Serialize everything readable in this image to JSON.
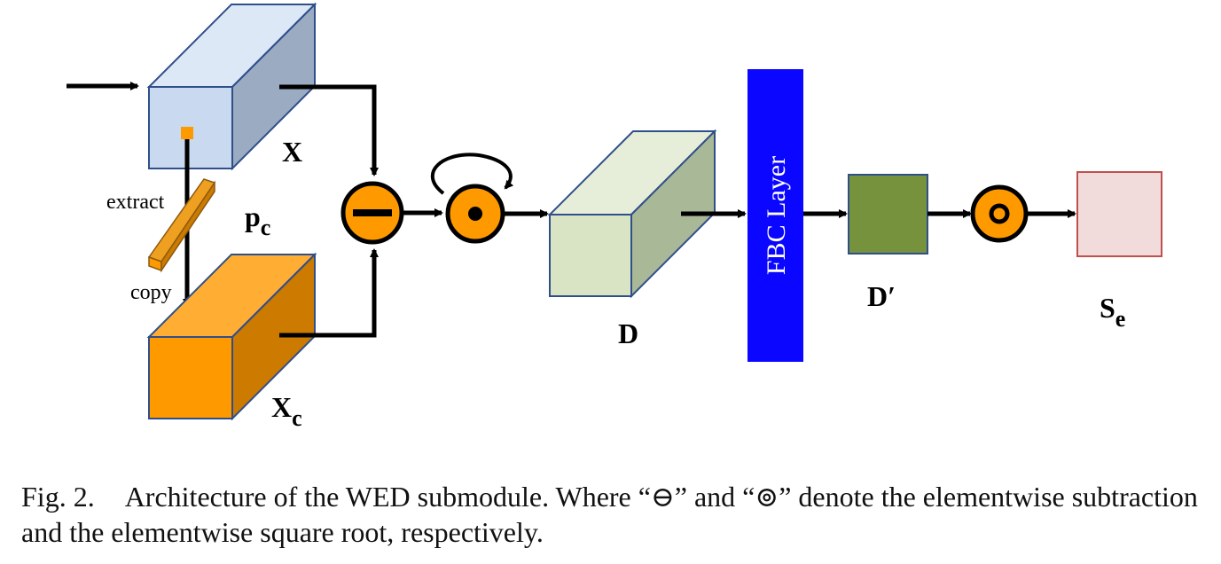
{
  "labels": {
    "x": "X",
    "xc_main": "X",
    "xc_sub": "c",
    "pc_main": "p",
    "pc_sub": "c",
    "extract": "extract",
    "copy": "copy",
    "d": "D",
    "d_prime": "D′",
    "se_main": "S",
    "se_sub": "e",
    "fbc": "FBC Layer"
  },
  "caption": {
    "fig": "Fig. 2.",
    "text": "Architecture of the WED submodule. Where “⊖” and “⊚” denote the elementwise subtraction and the elementwise square root, respectively."
  },
  "colors": {
    "x_front": "#c9d9ef",
    "x_top": "#dde8f6",
    "x_side": "#9aabc2",
    "orange_front": "#ff9900",
    "orange_top": "#ffae33",
    "orange_side": "#cc7a00",
    "d_front": "#d8e4c4",
    "d_top": "#e6eed9",
    "d_side": "#a9b896",
    "fbc": "#0a06ff",
    "dprime": "#76923c",
    "se_fill": "#f2dcdb",
    "se_stroke": "#c0504d",
    "outline": "#2f4f8a"
  }
}
